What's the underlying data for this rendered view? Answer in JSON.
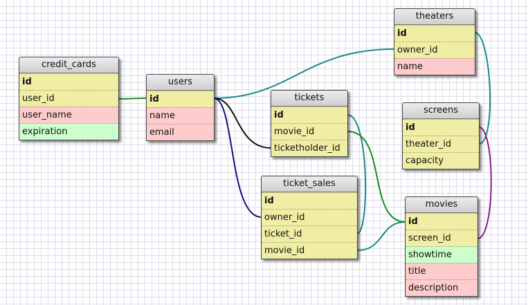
{
  "tables": {
    "credit_cards": {
      "title": "credit_cards",
      "fields": [
        {
          "name": "id",
          "pk": true,
          "color": "yellow"
        },
        {
          "name": "user_id",
          "color": "yellow"
        },
        {
          "name": "user_name",
          "color": "pink"
        },
        {
          "name": "expiration",
          "color": "green"
        }
      ]
    },
    "users": {
      "title": "users",
      "fields": [
        {
          "name": "id",
          "pk": true,
          "color": "yellow"
        },
        {
          "name": "name",
          "color": "pink"
        },
        {
          "name": "email",
          "color": "pink"
        }
      ]
    },
    "tickets": {
      "title": "tickets",
      "fields": [
        {
          "name": "id",
          "pk": true,
          "color": "yellow"
        },
        {
          "name": "movie_id",
          "color": "yellow"
        },
        {
          "name": "ticketholder_id",
          "color": "yellow"
        }
      ]
    },
    "ticket_sales": {
      "title": "ticket_sales",
      "fields": [
        {
          "name": "id",
          "pk": true,
          "color": "yellow"
        },
        {
          "name": "owner_id",
          "color": "yellow"
        },
        {
          "name": "ticket_id",
          "color": "yellow"
        },
        {
          "name": "movie_id",
          "color": "yellow"
        }
      ]
    },
    "theaters": {
      "title": "theaters",
      "fields": [
        {
          "name": "id",
          "pk": true,
          "color": "yellow"
        },
        {
          "name": "owner_id",
          "color": "yellow"
        },
        {
          "name": "name",
          "color": "pink"
        }
      ]
    },
    "screens": {
      "title": "screens",
      "fields": [
        {
          "name": "id",
          "pk": true,
          "color": "yellow"
        },
        {
          "name": "theater_id",
          "color": "yellow"
        },
        {
          "name": "capacity",
          "color": "yellow"
        }
      ]
    },
    "movies": {
      "title": "movies",
      "fields": [
        {
          "name": "id",
          "pk": true,
          "color": "yellow"
        },
        {
          "name": "screen_id",
          "color": "yellow"
        },
        {
          "name": "showtime",
          "color": "green"
        },
        {
          "name": "title",
          "color": "pink"
        },
        {
          "name": "description",
          "color": "pink"
        }
      ]
    }
  },
  "relations": [
    {
      "from": "credit_cards.user_id",
      "to": "users.id",
      "color": "#1a8a1a"
    },
    {
      "from": "theaters.owner_id",
      "to": "users.id",
      "color": "#168a8a"
    },
    {
      "from": "tickets.ticketholder_id",
      "to": "users.id",
      "color": "#111111"
    },
    {
      "from": "ticket_sales.owner_id",
      "to": "users.id",
      "color": "#10107a"
    },
    {
      "from": "ticket_sales.ticket_id",
      "to": "tickets.id",
      "color": "#168a8a"
    },
    {
      "from": "ticket_sales.movie_id",
      "to": "movies.id",
      "color": "#168a8a"
    },
    {
      "from": "tickets.movie_id",
      "to": "movies.id",
      "color": "#1a8a1a"
    },
    {
      "from": "screens.theater_id",
      "to": "theaters.id",
      "color": "#168a8a"
    },
    {
      "from": "movies.screen_id",
      "to": "screens.id",
      "color": "#8a1a8a"
    }
  ]
}
